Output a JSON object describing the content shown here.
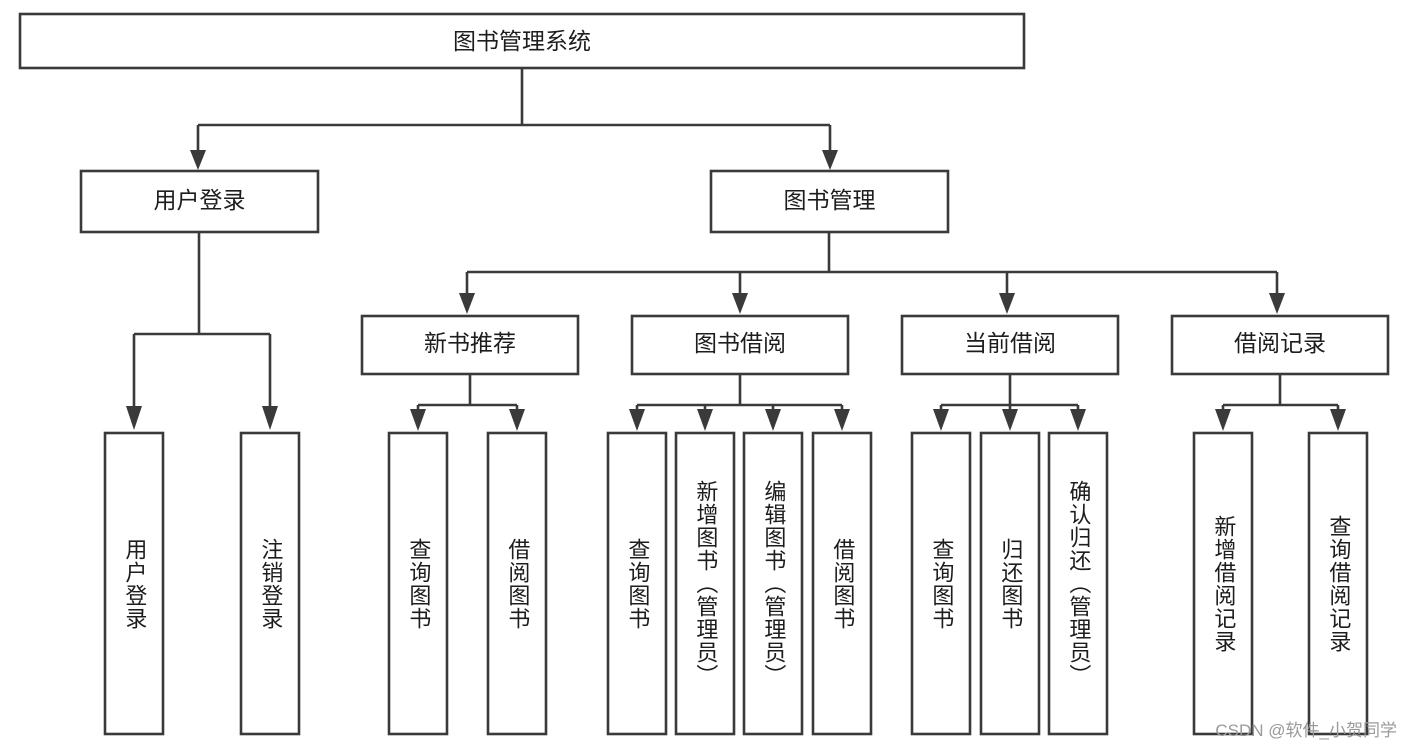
{
  "diagram": {
    "type": "tree-hierarchy",
    "title": "图书管理系统",
    "watermark": "CSDN @软件_小贺同学",
    "colors": {
      "stroke": "#3a3a3a",
      "fill": "#ffffff",
      "text": "#1d1d1d",
      "watermark": "#9a9a9a"
    },
    "nodes": {
      "root": {
        "label": "图书管理系统",
        "level": 1,
        "orientation": "horizontal"
      },
      "l2": [
        {
          "id": "user-login",
          "label": "用户登录",
          "level": 2,
          "orientation": "horizontal"
        },
        {
          "id": "book-manage",
          "label": "图书管理",
          "level": 2,
          "orientation": "horizontal"
        }
      ],
      "l3": [
        {
          "id": "new-book-rec",
          "label": "新书推荐",
          "level": 3,
          "orientation": "horizontal"
        },
        {
          "id": "book-borrow",
          "label": "图书借阅",
          "level": 3,
          "orientation": "horizontal"
        },
        {
          "id": "current-borrow",
          "label": "当前借阅",
          "level": 3,
          "orientation": "horizontal"
        },
        {
          "id": "borrow-record",
          "label": "借阅记录",
          "level": 3,
          "orientation": "horizontal"
        }
      ],
      "leaves": [
        {
          "id": "leaf-user-login",
          "label": "用户登录",
          "parent": "user-login",
          "orientation": "vertical"
        },
        {
          "id": "leaf-user-logout",
          "label": "注销登录",
          "parent": "user-login",
          "orientation": "vertical"
        },
        {
          "id": "leaf-rec-query",
          "label": "查询图书",
          "parent": "new-book-rec",
          "orientation": "vertical"
        },
        {
          "id": "leaf-rec-borrow",
          "label": "借阅图书",
          "parent": "new-book-rec",
          "orientation": "vertical"
        },
        {
          "id": "leaf-borrow-query",
          "label": "查询图书",
          "parent": "book-borrow",
          "orientation": "vertical"
        },
        {
          "id": "leaf-borrow-add",
          "label": "新增图书（管理员）",
          "parent": "book-borrow",
          "orientation": "vertical"
        },
        {
          "id": "leaf-borrow-edit",
          "label": "编辑图书（管理员）",
          "parent": "book-borrow",
          "orientation": "vertical"
        },
        {
          "id": "leaf-borrow-lend",
          "label": "借阅图书",
          "parent": "book-borrow",
          "orientation": "vertical"
        },
        {
          "id": "leaf-cur-query",
          "label": "查询图书",
          "parent": "current-borrow",
          "orientation": "vertical"
        },
        {
          "id": "leaf-cur-return",
          "label": "归还图书",
          "parent": "current-borrow",
          "orientation": "vertical"
        },
        {
          "id": "leaf-cur-confirm",
          "label": "确认归还（管理员）",
          "parent": "current-borrow",
          "orientation": "vertical"
        },
        {
          "id": "leaf-rec-add",
          "label": "新增借阅记录",
          "parent": "borrow-record",
          "orientation": "vertical"
        },
        {
          "id": "leaf-rec-search",
          "label": "查询借阅记录",
          "parent": "borrow-record",
          "orientation": "vertical"
        }
      ]
    }
  }
}
